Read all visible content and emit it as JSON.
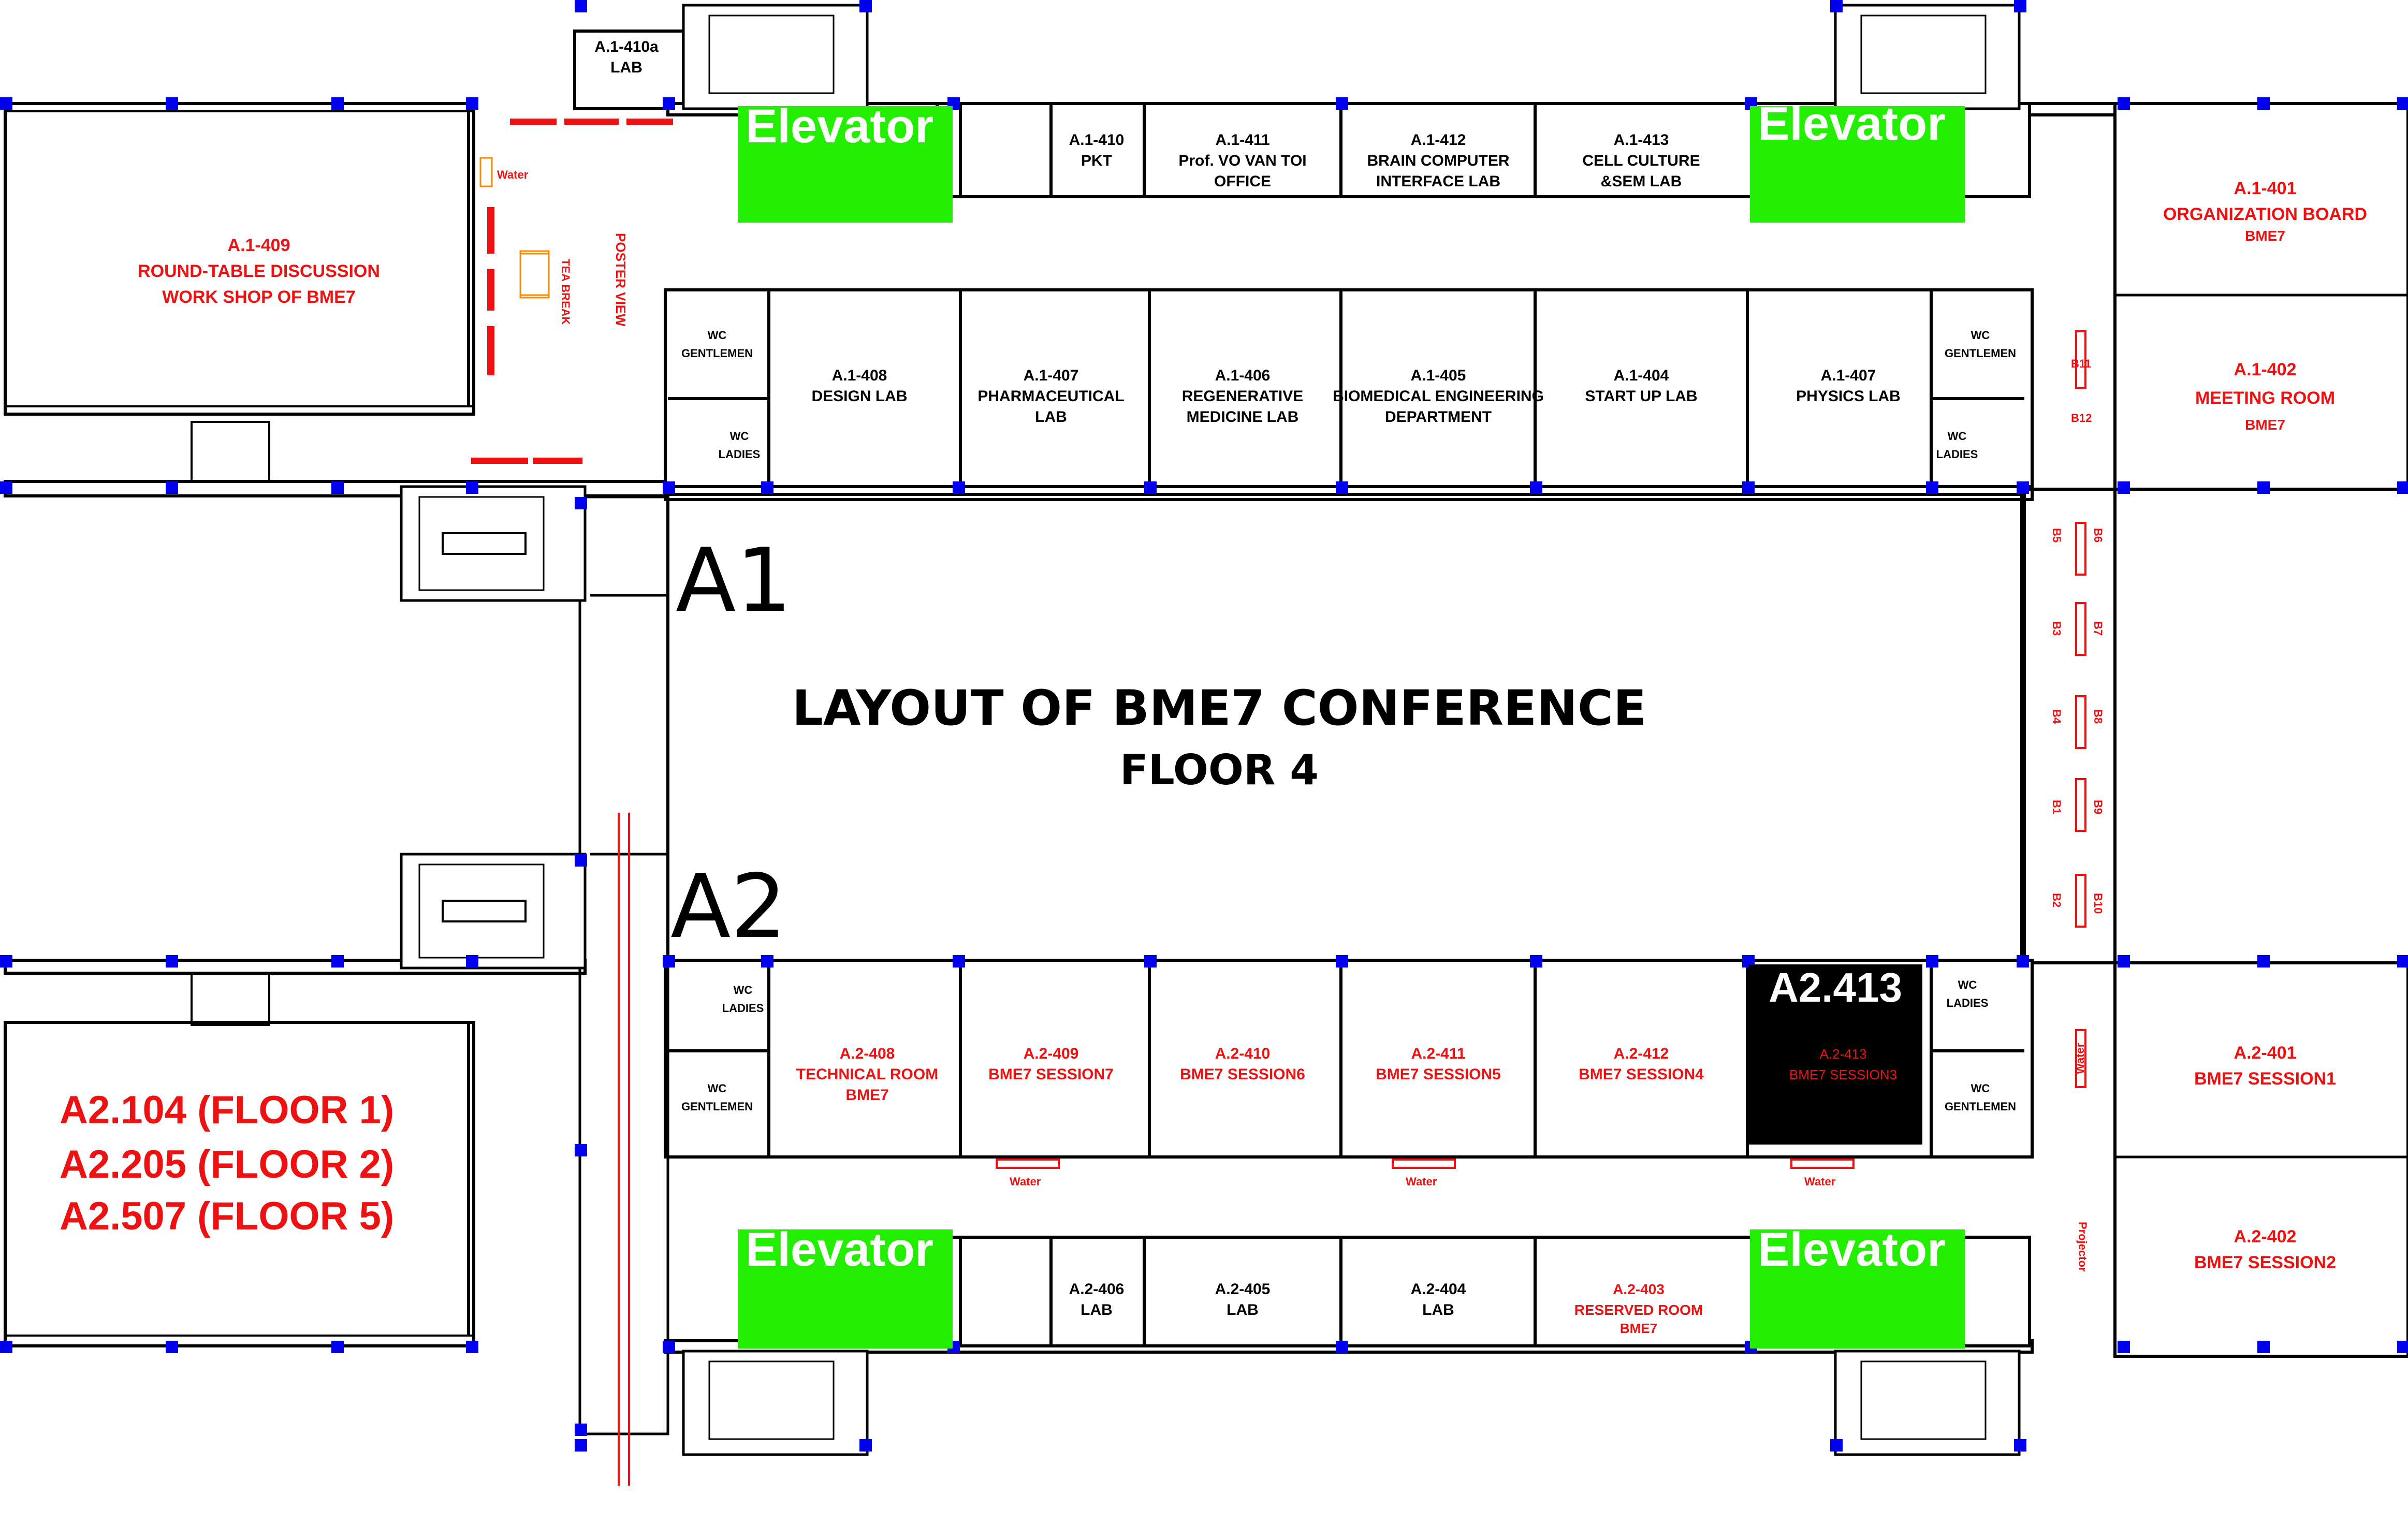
{
  "title": "LAYOUT OF BME7 CONFERENCE",
  "subtitle": "FLOOR 4",
  "wing_a1": "A1",
  "wing_a2": "A2",
  "elevator_label": "Elevator",
  "highlight_room": "A2.413",
  "other_floors": [
    "A2.104 (FLOOR 1)",
    "A2.205 (FLOOR 2)",
    "A2.507 (FLOOR 5)"
  ],
  "labels": {
    "water": "Water",
    "tea_break": "TEA BREAK",
    "poster_view": "POSTER VIEW",
    "projector": "Projector",
    "wc": "WC",
    "gentlemen": "GENTLEMEN",
    "ladies": "LADIES"
  },
  "colors": {
    "elevator": "#22ee00",
    "highlight": "#000000",
    "event_text": "#ee1111",
    "columns": "#0000ee"
  },
  "rooms": {
    "r410a": [
      "A.1-410a",
      "LAB"
    ],
    "r409": [
      "A.1-409",
      "ROUND-TABLE DISCUSSION",
      "WORK SHOP OF BME7"
    ],
    "r410": [
      "A.1-410",
      "PKT"
    ],
    "r411": [
      "A.1-411",
      "Prof. VO VAN TOI",
      "OFFICE"
    ],
    "r412": [
      "A.1-412",
      "BRAIN COMPUTER",
      "INTERFACE LAB"
    ],
    "r413": [
      "A.1-413",
      "CELL CULTURE",
      "&SEM LAB"
    ],
    "r401": [
      "A.1-401",
      "ORGANIZATION BOARD",
      "BME7"
    ],
    "r402": [
      "A.1-402",
      "MEETING ROOM",
      "BME7"
    ],
    "r408": [
      "A.1-408",
      "DESIGN LAB"
    ],
    "r407a": [
      "A.1-407",
      "PHARMACEUTICAL",
      "LAB"
    ],
    "r406": [
      "A.1-406",
      "REGENERATIVE",
      "MEDICINE LAB"
    ],
    "r405": [
      "A.1-405",
      "BIOMEDICAL ENGINEERING",
      "DEPARTMENT"
    ],
    "r404": [
      "A.1-404",
      "START UP LAB"
    ],
    "r407b": [
      "A.1-407",
      "PHYSICS LAB"
    ],
    "s408": [
      "A.2-408",
      "TECHNICAL ROOM",
      "BME7"
    ],
    "s409": [
      "A.2-409",
      "BME7 SESSION7"
    ],
    "s410": [
      "A.2-410",
      "BME7 SESSION6"
    ],
    "s411": [
      "A.2-411",
      "BME7 SESSION5"
    ],
    "s412": [
      "A.2-412",
      "BME7 SESSION4"
    ],
    "s413": [
      "A.2-413",
      "BME7 SESSION3"
    ],
    "s401": [
      "A.2-401",
      "BME7 SESSION1"
    ],
    "s402": [
      "A.2-402",
      "BME7 SESSION2"
    ],
    "s406": [
      "A.2-406",
      "LAB"
    ],
    "s405": [
      "A.2-405",
      "LAB"
    ],
    "s404": [
      "A.2-404",
      "LAB"
    ],
    "s403": [
      "A.2-403",
      "RESERVED ROOM",
      "BME7"
    ]
  },
  "booths_left": [
    "B11",
    "B12",
    "B5",
    "B3",
    "B4",
    "B1",
    "B2"
  ],
  "booths_right": [
    "B6",
    "B7",
    "B8",
    "B9",
    "B10"
  ]
}
